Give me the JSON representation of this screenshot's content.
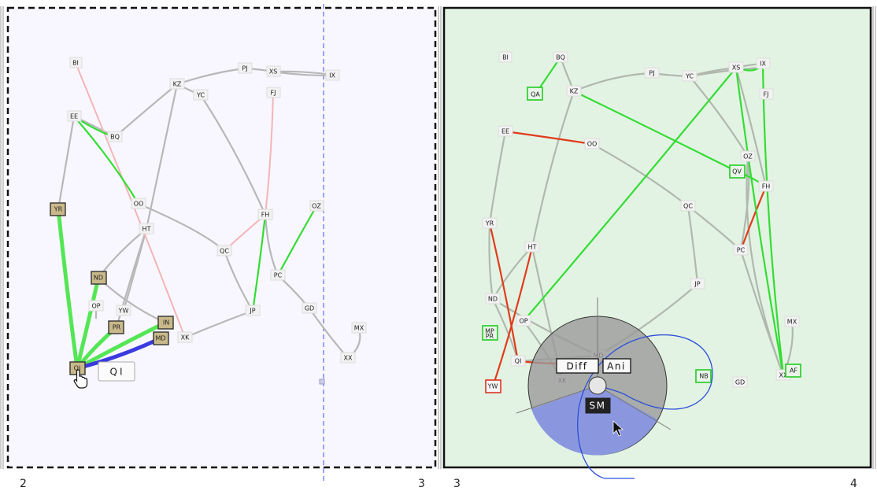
{
  "left_panel": {
    "tooltip": "QI",
    "page_start": "2",
    "page_end": "3",
    "nodes": [
      "BI",
      "PJ",
      "XS",
      "IX",
      "KZ",
      "YC",
      "FJ",
      "EE",
      "BQ",
      "OO",
      "YR",
      "HT",
      "FH",
      "OZ",
      "QC",
      "PC",
      "ND",
      "OP",
      "YW",
      "PR",
      "IN",
      "MD",
      "XK",
      "JP",
      "GD",
      "MX",
      "XX",
      "QI"
    ]
  },
  "right_panel": {
    "page_start": "3",
    "page_end": "4",
    "radial_menu": {
      "diff_label": "Diff",
      "ani_label": "Ani",
      "sm_label": "SM"
    },
    "nodes": [
      "BI",
      "BQ",
      "PJ",
      "XS",
      "IX",
      "QA",
      "KZ",
      "YC",
      "FJ",
      "EE",
      "OO",
      "OZ",
      "QV",
      "FH",
      "QC",
      "YR",
      "PC",
      "HT",
      "JP",
      "ND",
      "OP",
      "MX",
      "MP",
      "PR",
      "MD",
      "QI",
      "XK",
      "XX",
      "AF",
      "NB",
      "GD",
      "YW"
    ]
  },
  "colors": {
    "left_bg": "#f8f7ff",
    "right_bg": "#e3f3e3",
    "highlight_green": "#33dd33",
    "highlight_red": "#e03c1c",
    "highlight_blue": "#3a3adf",
    "selected_node": "#c9b98a"
  }
}
